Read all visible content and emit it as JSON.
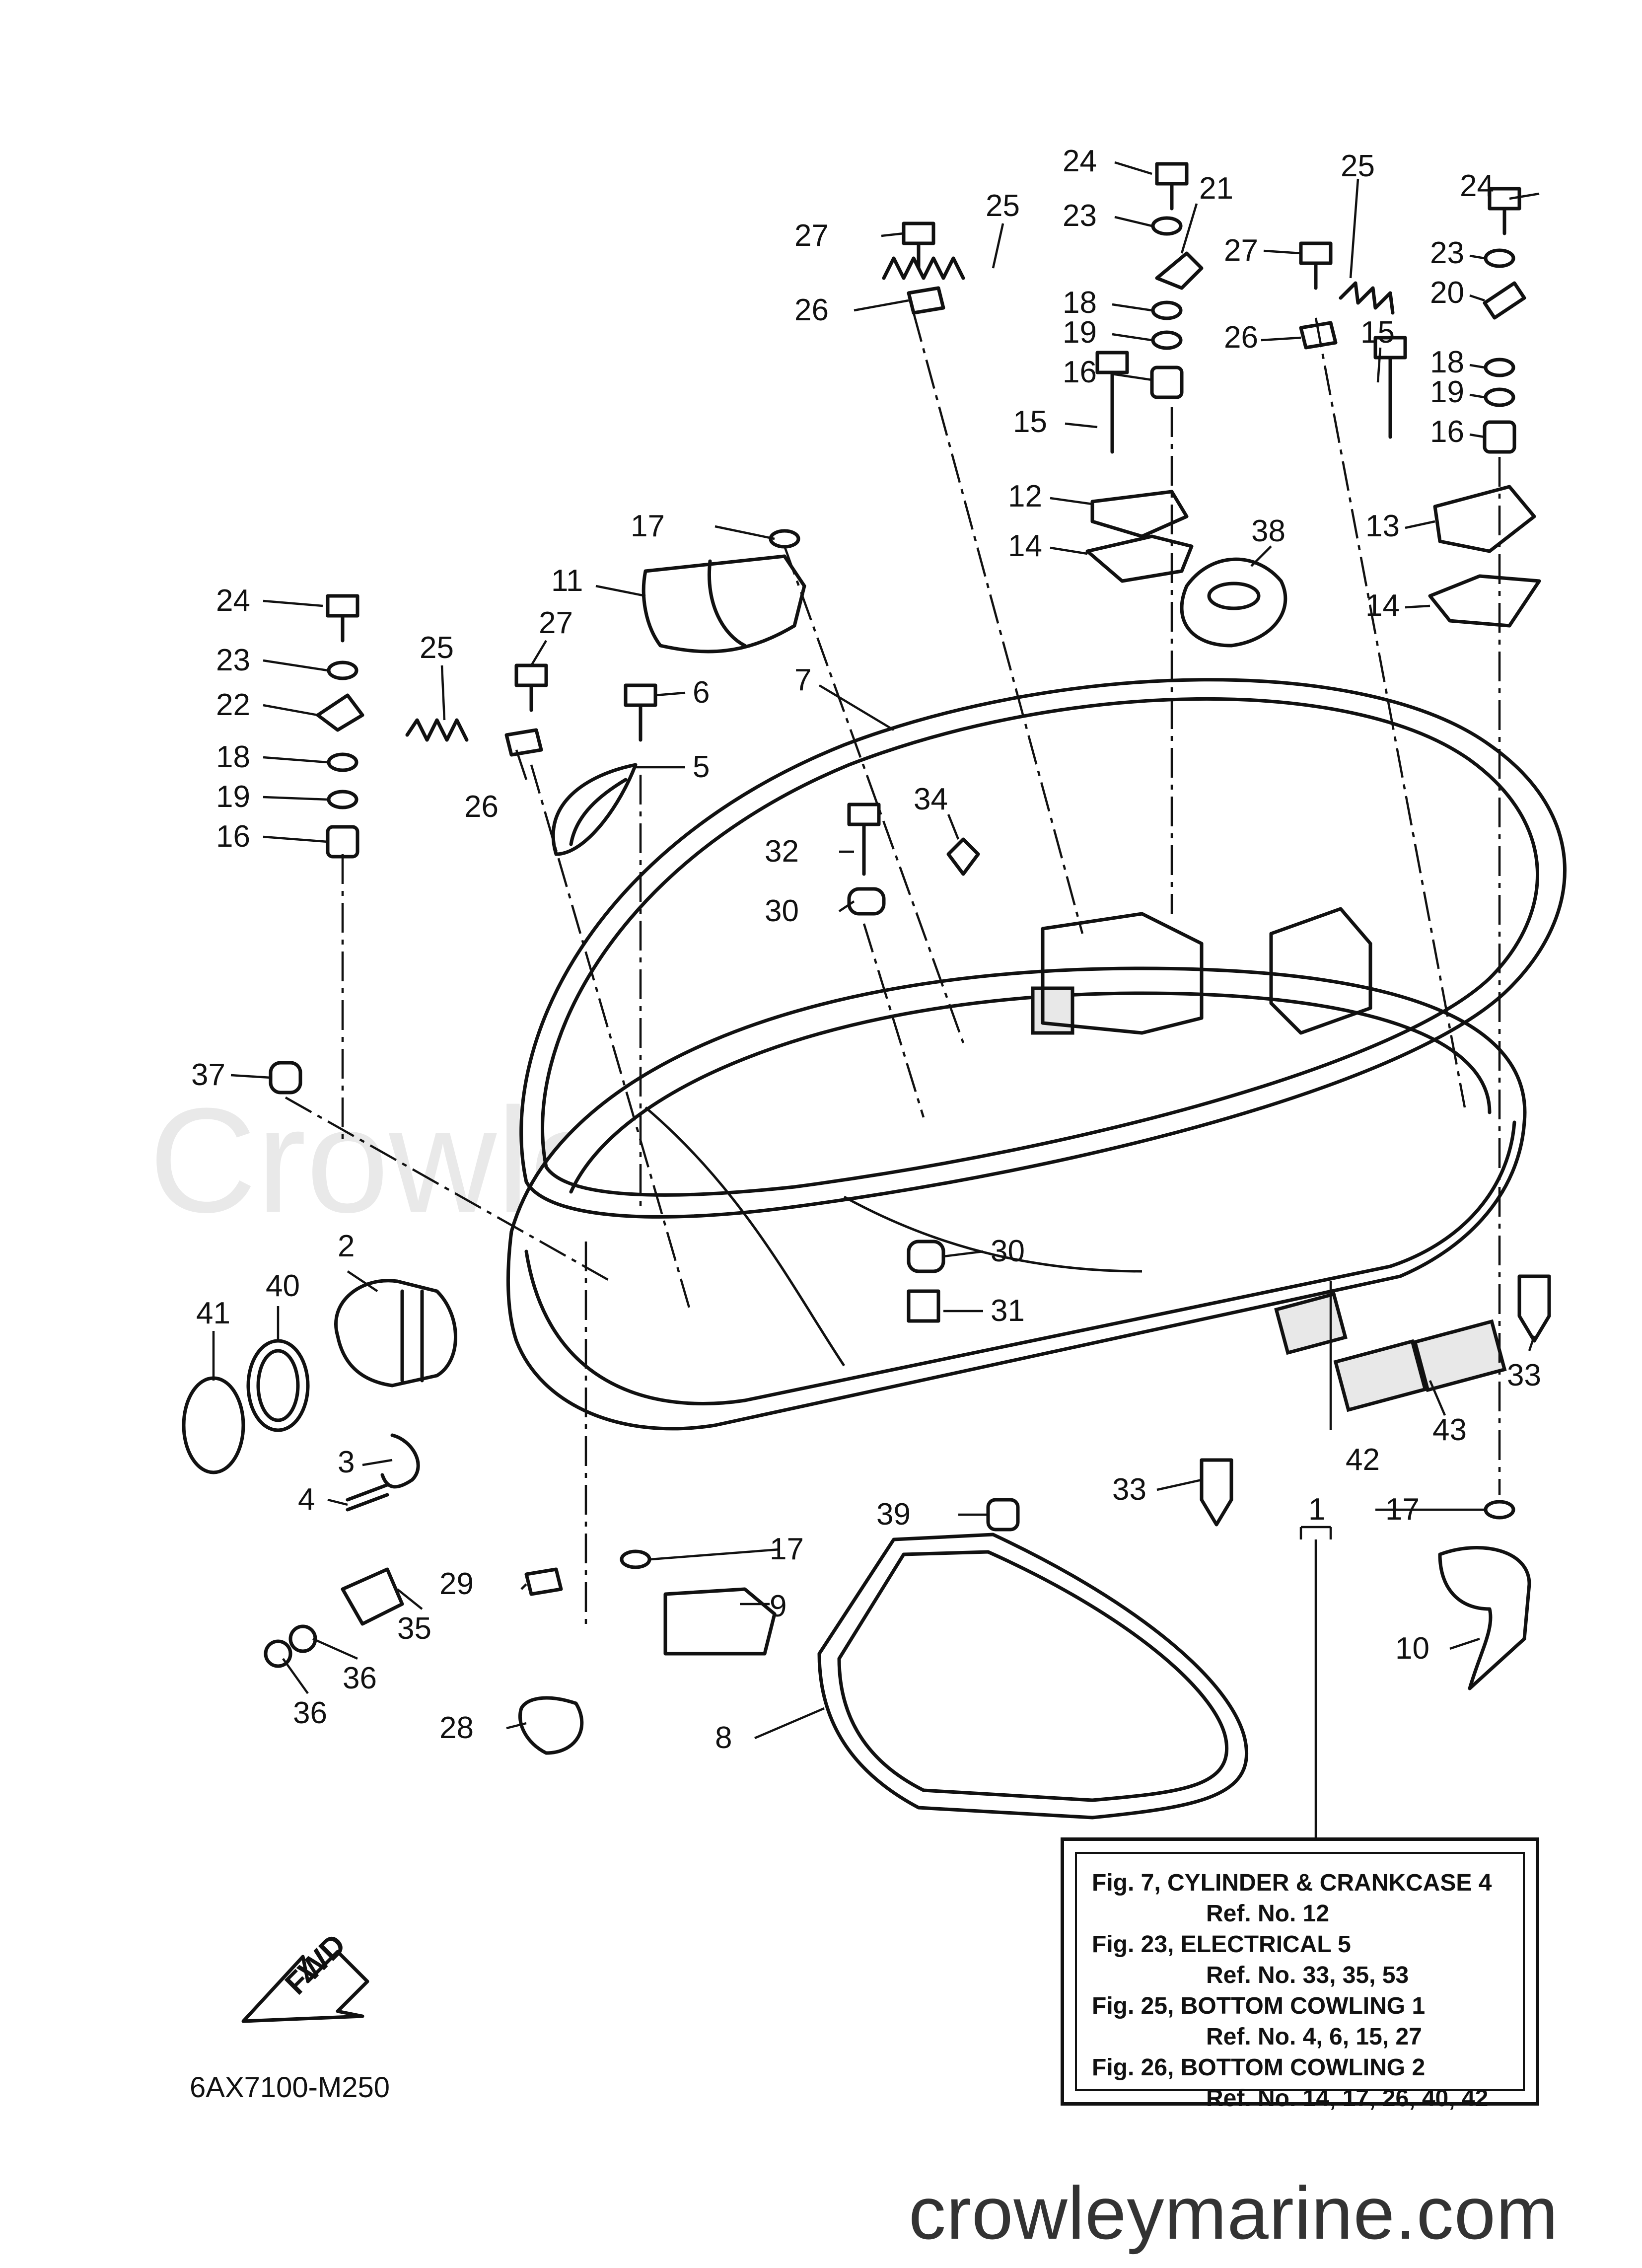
{
  "watermark": "Crowley Marine",
  "callouts": {
    "c1": "1",
    "c2": "2",
    "c3": "3",
    "c4": "4",
    "c5": "5",
    "c6": "6",
    "c7": "7",
    "c8": "8",
    "c9": "9",
    "c10": "10",
    "c11": "11",
    "c12": "12",
    "c13": "13",
    "c14a": "14",
    "c14b": "14",
    "c15a": "15",
    "c15b": "15",
    "c16a": "16",
    "c16b": "16",
    "c16c": "16",
    "c17a": "17",
    "c17b": "17",
    "c17c": "17",
    "c18a": "18",
    "c18b": "18",
    "c18c": "18",
    "c19a": "19",
    "c19b": "19",
    "c19c": "19",
    "c20": "20",
    "c21": "21",
    "c22": "22",
    "c23a": "23",
    "c23b": "23",
    "c23c": "23",
    "c24a": "24",
    "c24b": "24",
    "c24c": "24",
    "c25a": "25",
    "c25b": "25",
    "c25c": "25",
    "c26a": "26",
    "c26b": "26",
    "c26c": "26",
    "c27a": "27",
    "c27b": "27",
    "c27c": "27",
    "c28": "28",
    "c29": "29",
    "c30a": "30",
    "c30b": "30",
    "c31": "31",
    "c32": "32",
    "c33a": "33",
    "c33b": "33",
    "c34": "34",
    "c35": "35",
    "c36a": "36",
    "c36b": "36",
    "c37": "37",
    "c38": "38",
    "c39": "39",
    "c40": "40",
    "c41": "41",
    "c42": "42",
    "c43": "43"
  },
  "fwd_label": "FWD",
  "notes": [
    {
      "figure": "Fig. 7, CYLINDER & CRANKCASE 4",
      "refs": "Ref. No. 12"
    },
    {
      "figure": "Fig. 23, ELECTRICAL 5",
      "refs": "Ref. No. 33, 35, 53"
    },
    {
      "figure": "Fig. 25, BOTTOM COWLING 1",
      "refs": "Ref. No. 4, 6, 15, 27"
    },
    {
      "figure": "Fig. 26, BOTTOM COWLING 2",
      "refs": "Ref. No. 14, 17, 26, 40, 42"
    }
  ],
  "diagram_code": "6AX7100-M250",
  "site_url": "crowleymarine.com"
}
